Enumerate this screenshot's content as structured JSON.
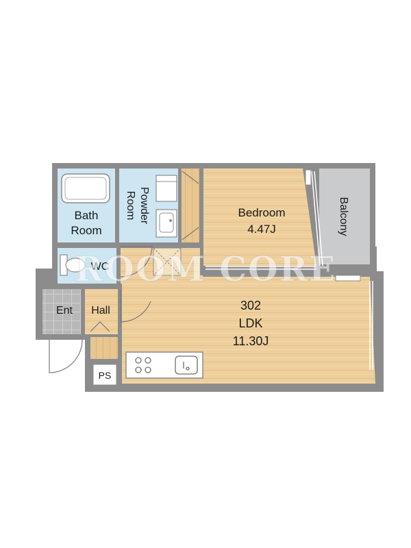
{
  "floorplan": {
    "unit_number": "302",
    "rooms": {
      "bath": {
        "line1": "Bath",
        "line2": "Room"
      },
      "powder": {
        "line1": "Powder",
        "line2": "Room"
      },
      "bedroom": {
        "name": "Bedroom",
        "size": "4.47J"
      },
      "balcony": {
        "name": "Balcony"
      },
      "wc": {
        "name": "WC"
      },
      "entrance": {
        "name": "Ent"
      },
      "hall": {
        "name": "Hall"
      },
      "ldk": {
        "name": "LDK",
        "size": "11.30J"
      },
      "ps": {
        "name": "PS"
      }
    },
    "watermark": "ROOM CORE",
    "colors": {
      "wall": "#8c8c8c",
      "wood": "#eecf9c",
      "wet_area": "#cde6f2",
      "balcony": "#c9cbcc",
      "tile": "#b5b5b5"
    }
  }
}
